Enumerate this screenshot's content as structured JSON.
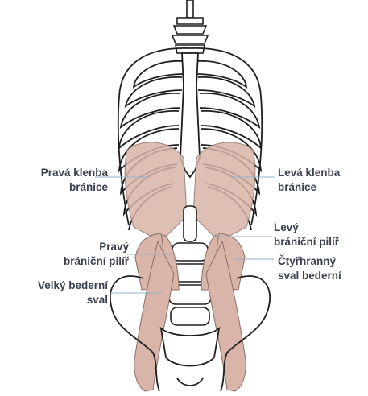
{
  "labels": {
    "right_dome": {
      "line1": "Pravá klenba",
      "line2": "bránice"
    },
    "left_dome": {
      "line1": "Levá klenba",
      "line2": "bránice"
    },
    "right_crus": {
      "line1": "Pravý",
      "line2": "brániční pilíř"
    },
    "left_crus": {
      "line1": "Levý",
      "line2": "brániční pilíř"
    },
    "quadratus": {
      "line1": "Čtyřhranný",
      "line2": "sval bederní"
    },
    "psoas": {
      "line1": "Velký bederní",
      "line2": "sval"
    }
  },
  "colors": {
    "muscle": "#d9b4a8",
    "muscle_stroke": "#8a6e66",
    "bone_stroke": "#1e1e1e",
    "label_text": "#3a4250",
    "leader_line": "#8fb3c9"
  }
}
